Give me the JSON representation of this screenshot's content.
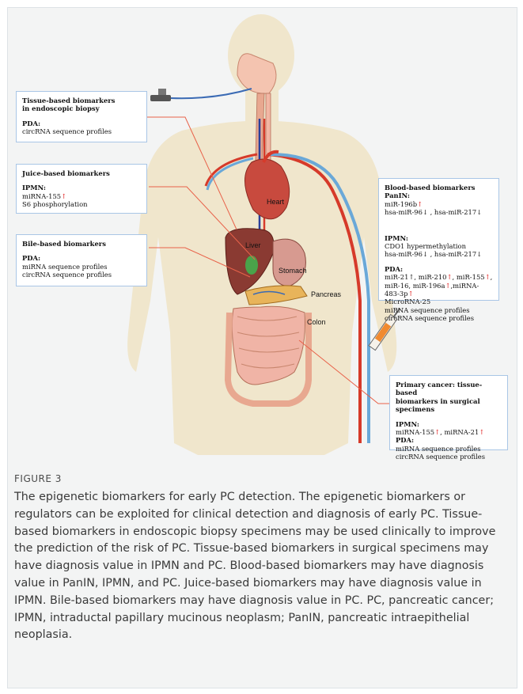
{
  "boxes": {
    "tissue": {
      "title": "Tissue-based biomarkers in endoscopic biopsy",
      "title_line1": "Tissue-based biomarkers",
      "title_line2": "in endoscopic biopsy",
      "pda_label": "PDA:",
      "pda_1": "circRNA sequence profiles"
    },
    "juice": {
      "title": "Juice-based biomarkers",
      "ipmn_label": "IPMN:",
      "ipmn_1": "miRNA-155",
      "ipmn_1_arrow": "↑",
      "ipmn_2": "S6 phosphorylation"
    },
    "bile": {
      "title": "Bile-based biomarkers",
      "pda_label": "PDA:",
      "pda_1": "miRNA sequence profiles",
      "pda_2": "circRNA sequence profiles"
    },
    "blood": {
      "title": "Blood-based biomarkers",
      "panin_label": "PanIN:",
      "panin_1": "miR-196b",
      "panin_1_arrow": "↑",
      "panin_2": "hsa-miR-96↓ , hsa-miR-217↓",
      "ipmn_label": "IPMN:",
      "ipmn_1": "CDO1 hypermethylation",
      "ipmn_2": "hsa-miR-96↓ , hsa-miR-217↓",
      "pda_label": "PDA:",
      "pda_1a": "miR-21↑, miR-210",
      "pda_1b": "↑",
      "pda_1c": ", miR-155",
      "pda_1d": "↑",
      "pda_1e": ",",
      "pda_2a": "miR-16, miR-196a",
      "pda_2b": "↑",
      "pda_2c": ",miRNA-483-3p",
      "pda_2d": "↑",
      "pda_3": "MicroRNA-25",
      "pda_4": "miRNA sequence profiles",
      "pda_5": "circRNA sequence profiles"
    },
    "primary": {
      "title_line1": "Primary cancer: tissue-based",
      "title_line2": "biomarkers in surgical specimens",
      "ipmn_label": "IPMN:",
      "ipmn_1a": "miRNA-155",
      "ipmn_1b": "↑",
      "ipmn_1c": ", miRNA-21",
      "ipmn_1d": "↑",
      "pda_label": "PDA:",
      "pda_1": "miRNA sequence profiles",
      "pda_2": "circRNA sequence profiles"
    }
  },
  "organs": {
    "heart": "Heart",
    "liver": "Liver",
    "stomach": "Stomach",
    "pancreas": "Pancreas",
    "colon": "Colon"
  },
  "caption": {
    "label": "FIGURE 3",
    "text": "The epigenetic biomarkers for early PC detection. The epigenetic biomarkers or regulators can be exploited for clinical detection and diagnosis of early PC. Tissue-based biomarkers in endoscopic biopsy specimens may be used clinically to improve the prediction of the risk of PC. Tissue-based biomarkers in surgical specimens may have diagnosis value in IPMN and PC. Blood-based biomarkers may have diagnosis value in PanIN, IPMN, and PC. Juice-based biomarkers may have diagnosis value in IPMN. Bile-based biomarkers may have diagnosis value in PC. PC, pancreatic cancer; IPMN, intraductal papillary mucinous neoplasm; PanIN, pancreatic intraepithelial neoplasia."
  },
  "colors": {
    "body_silhouette": "#f0e6cc",
    "connector": "#e8624a",
    "box_border": "#a9c6e6",
    "up_arrow": "#e02020"
  }
}
